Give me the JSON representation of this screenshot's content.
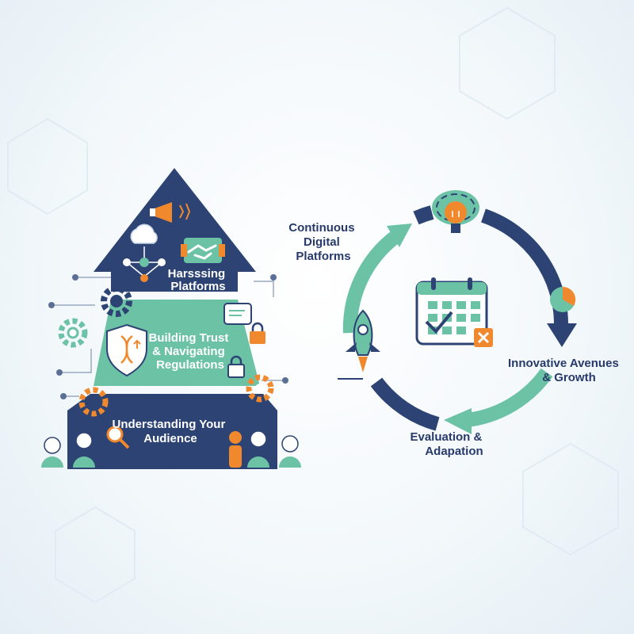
{
  "pyramid": {
    "top_label": [
      "Harsssing",
      "Platforms"
    ],
    "middle_label": [
      "Building Trust",
      "& Navigating",
      "Regulations"
    ],
    "bottom_label": [
      "Understanding Your",
      "Audience"
    ]
  },
  "cycle": {
    "label_top_left": [
      "Continuous",
      "Digital",
      "Platforms"
    ],
    "label_right": [
      "Innovative Avenues",
      "& Growth"
    ],
    "label_bottom": [
      "Evaluation &",
      "Adapation"
    ]
  },
  "colors": {
    "navy": "#2c4374",
    "teal": "#6cc2a4",
    "orange": "#f0892e",
    "background": "#f3f8fb"
  },
  "icons": [
    "megaphone-icon",
    "cloud-network-icon",
    "handshake-icon",
    "gear-icon",
    "shield-dna-icon",
    "padlock-icon",
    "lightbulb-brain-icon",
    "calendar-icon",
    "rocket-icon",
    "pie-chart-icon",
    "person-icon"
  ]
}
